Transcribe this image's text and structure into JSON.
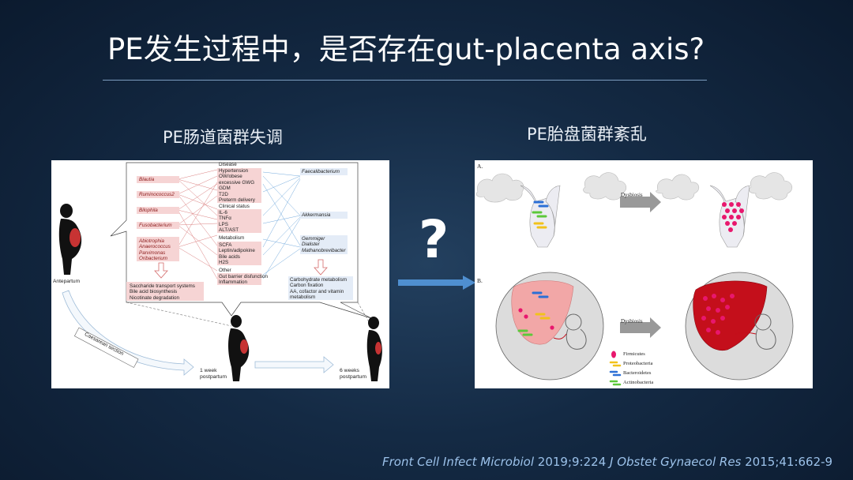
{
  "slide": {
    "title": "PE发生过程中，是否存在gut-placenta axis?",
    "left_title": "PE肠道菌群失调",
    "right_title": "PE胎盘菌群紊乱",
    "question_mark": "?"
  },
  "left_figure": {
    "bacteria_left": [
      "Blautia",
      "Ruminococcus2",
      "Bilophila",
      "Fusobacterium",
      "Abiotrophia\nAnaerococcus\nParvimonas\nOribacterium"
    ],
    "pathways_left": "Saccharide transport systems\nBile acid biosynthesis\nNicotinate degradation",
    "disease_heading": "Disease",
    "disease_items": "Hypertension\nOW/obese\nexcessive GWG\nGDM\nT2D\nPreterm delivery",
    "clinical_heading": "Clinical status",
    "clinical_items": "IL-6\nTNFα\nLPS\nALT/AST",
    "metabolism_heading": "Metabolism",
    "metabolism_items": "SCFA\nLeptin/adipokine\nBile acids\nH2S",
    "other_heading": "Other",
    "other_items": "Gut barrier disfunction\nInflammation",
    "bacteria_right": [
      "Faecalibacterium",
      "Akkermansia",
      "Gemmiger\nDialister\nMathanobrevibacter"
    ],
    "pathways_right": "Carbohydrate metabolism\nCarbon fixation\nAA, cofactor and vitamin\nmetabolism",
    "antepartum": "Antepartum",
    "caesarean": "Caesarean section",
    "week1": "1 week\npostpartum",
    "week6": "6 weeks\npostpartum"
  },
  "right_figure": {
    "label_a": "A.",
    "label_b": "B.",
    "dysbiosis_a": "Dysbiosis",
    "dysbiosis_b": "Dysbiosis",
    "legend": [
      "Firmicutes",
      "Proteobacteria",
      "Bacteroidetes",
      "Actinobacteria"
    ]
  },
  "citation": {
    "journal1": "Front Cell Infect Microbiol",
    "ref1": " 2019;9:224 ",
    "journal2": "J Obstet Gynaecol Res",
    "ref2": " 2015;41:662-9"
  },
  "colors": {
    "background": "#142a44",
    "accent_line": "#8fb2d6",
    "citation": "#9cc2ea",
    "arrow": "#4f8fd0",
    "firmicutes": "#e8176d",
    "proteobacteria": "#f2c21b",
    "bacteroidetes": "#2b6fd6",
    "actinobacteria": "#5cc83a",
    "placenta": "#c40f1b"
  }
}
